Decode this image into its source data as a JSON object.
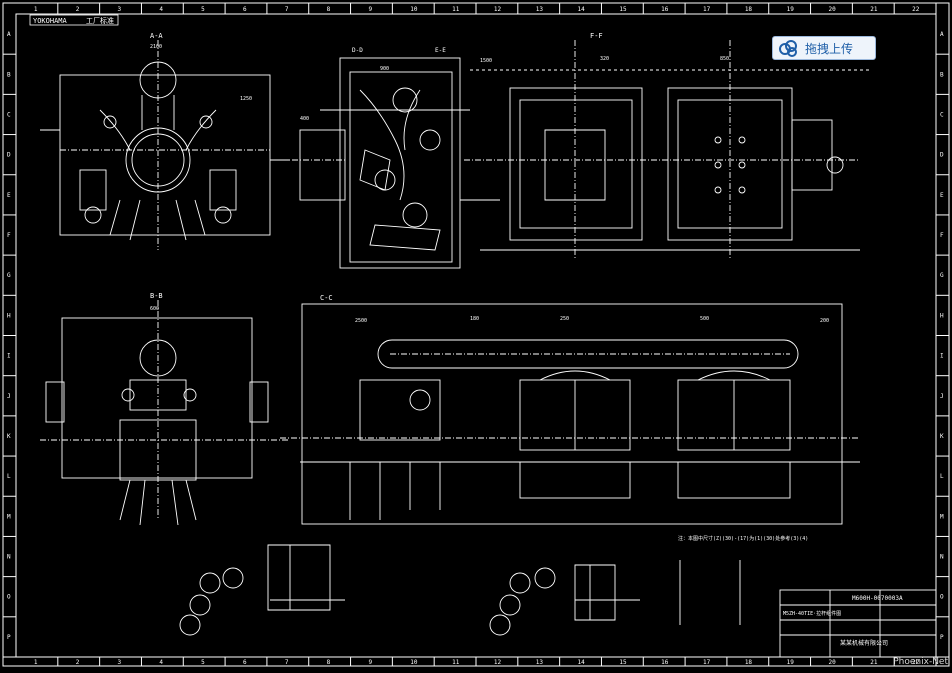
{
  "titles": {
    "top_left": "YOKOHAMA",
    "top_left_box": "工厂标准",
    "drawing_number": "M600H-0070003A",
    "title_block_note": "M5ZH-40TIE·拉杆组件图",
    "footer_note": "注：本图中尺寸(Z)(30)-(17)为(1)(30)处参考(3)(4)",
    "company": "某某机械有限公司"
  },
  "grid": {
    "top_numbers": [
      "1",
      "2",
      "3",
      "4",
      "5",
      "6",
      "7",
      "8",
      "9",
      "10",
      "11",
      "12",
      "13",
      "14",
      "15",
      "16",
      "17",
      "18",
      "19",
      "20",
      "21",
      "22"
    ],
    "side_letters": [
      "A",
      "B",
      "C",
      "D",
      "E",
      "F",
      "G",
      "H",
      "I",
      "J",
      "K",
      "L",
      "M",
      "N",
      "O",
      "P"
    ]
  },
  "section_labels": [
    "A-A",
    "B-B",
    "C-C",
    "D-D",
    "E-E",
    "F-F"
  ],
  "dimensions": [
    "2100",
    "1250",
    "400",
    "900",
    "1500",
    "320",
    "850",
    "600",
    "2500",
    "180",
    "250",
    "500",
    "200"
  ],
  "upload": {
    "label": "拖拽上传",
    "icon": "cloud-upload-icon",
    "color": "#1f5fa8"
  },
  "watermark": {
    "text": "Phoenix-Net"
  },
  "colors": {
    "background": "#000000",
    "line": "#ffffff",
    "accent": "#1f5fa8"
  }
}
